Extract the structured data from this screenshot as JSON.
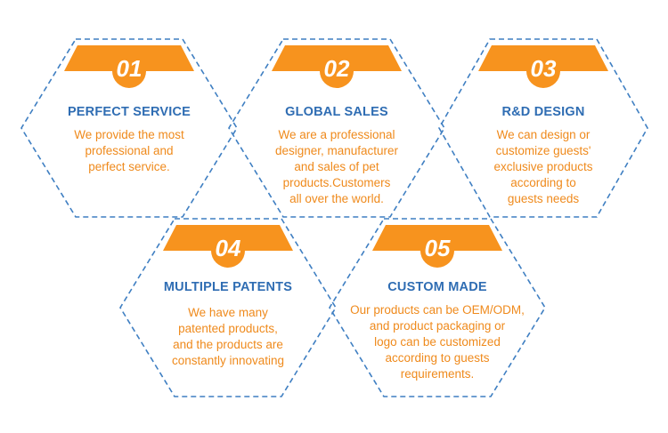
{
  "colors": {
    "accent_orange": "#f7931e",
    "hex_border_blue": "#3f7fc2",
    "title_blue": "#2f6db3",
    "body_orange": "#ef8a1c"
  },
  "cards": [
    {
      "number": "01",
      "title": "PERFECT SERVICE",
      "lines": [
        "We provide the most",
        "professional and",
        "perfect service."
      ]
    },
    {
      "number": "02",
      "title": "GLOBAL SALES",
      "lines": [
        "We are a professional",
        "designer, manufacturer",
        "and sales of pet",
        "products.Customers",
        "all over the world."
      ]
    },
    {
      "number": "03",
      "title": "R&D DESIGN",
      "lines": [
        "We can design or",
        "customize guests'",
        "exclusive products",
        "according to",
        "guests needs"
      ]
    },
    {
      "number": "04",
      "title": "MULTIPLE PATENTS",
      "lines": [
        "We have many",
        "patented products,",
        "and the products are",
        "constantly innovating"
      ]
    },
    {
      "number": "05",
      "title": "CUSTOM MADE",
      "lines": [
        "Our products can be OEM/ODM,",
        "and product packaging or",
        "logo can be customized",
        "according to guests",
        "requirements."
      ]
    }
  ]
}
